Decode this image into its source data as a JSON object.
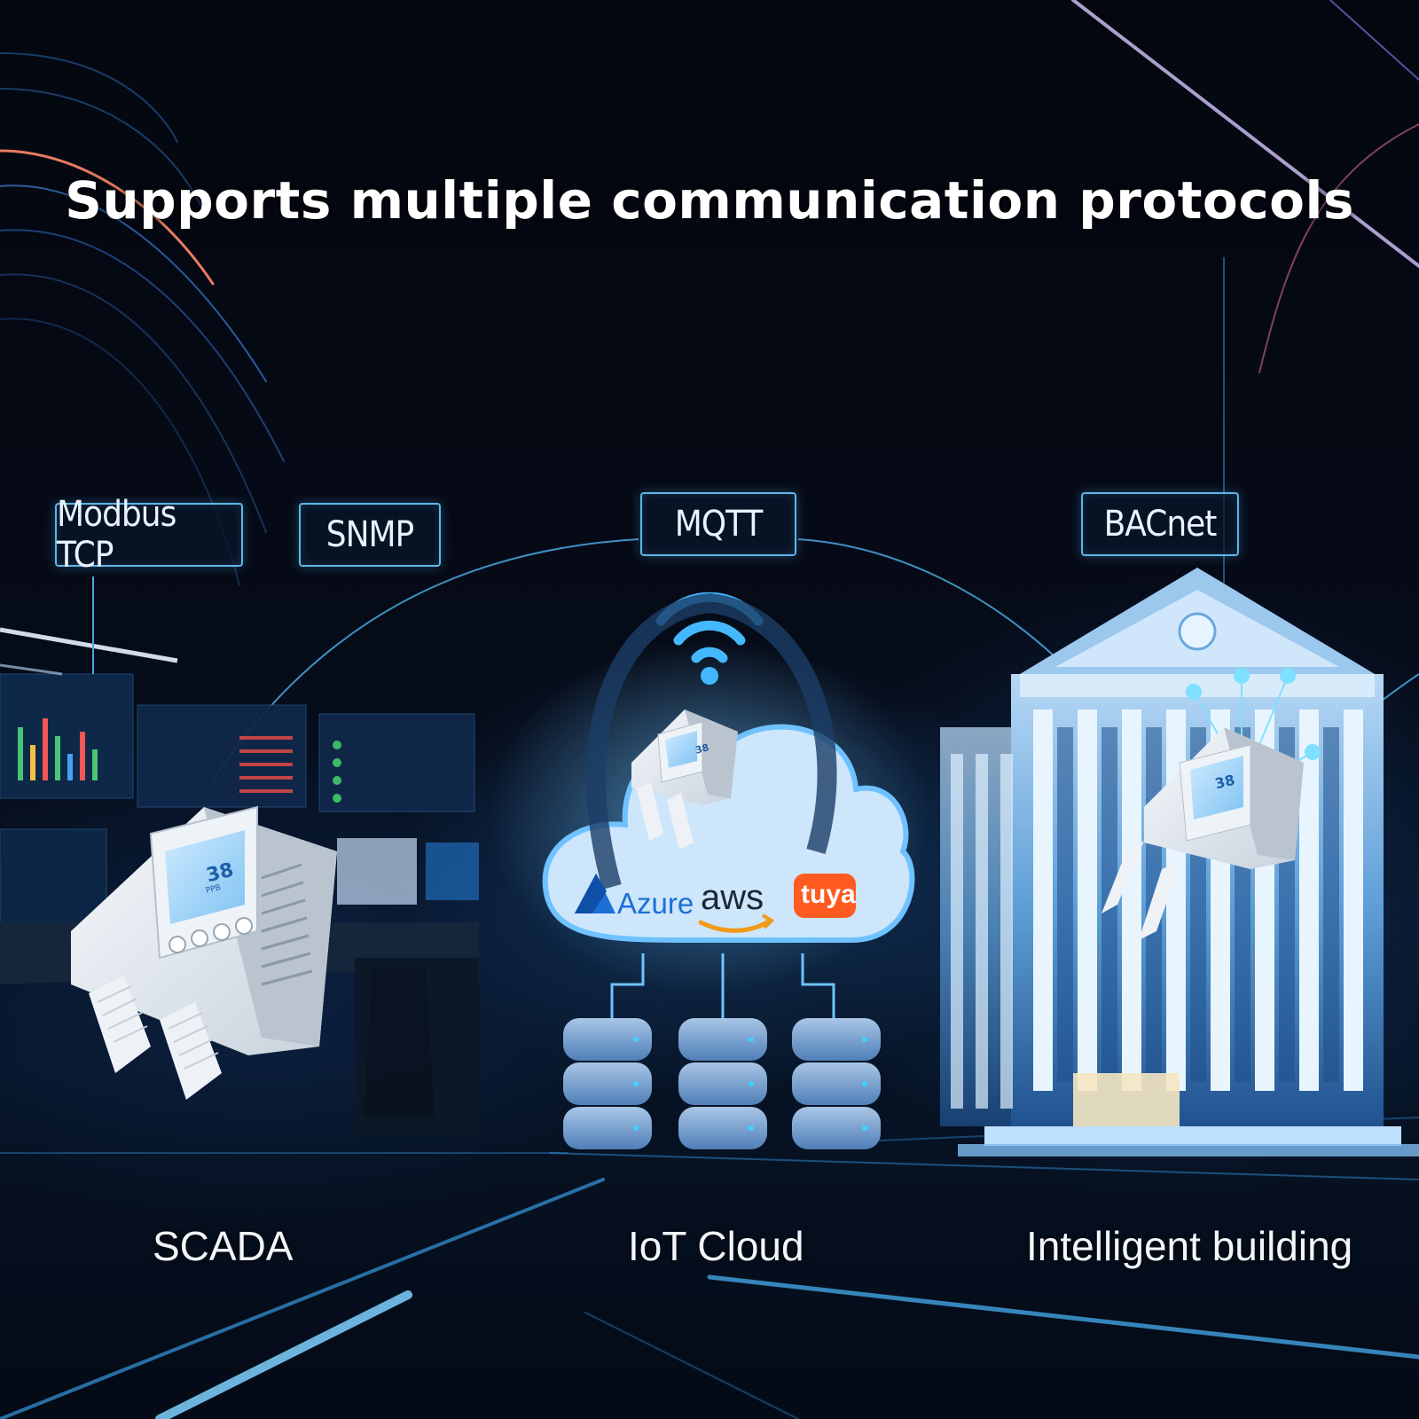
{
  "title": "Supports multiple communication protocols",
  "protocols": {
    "modbus": "Modbus TCP",
    "snmp": "SNMP",
    "mqtt": "MQTT",
    "bacnet": "BACnet"
  },
  "cloud": {
    "azure": "Azure",
    "aws": "aws",
    "tuya": "tuya"
  },
  "device": {
    "reading": "38",
    "unit": "PPB"
  },
  "labels": {
    "scada": "SCADA",
    "iot_cloud": "IoT Cloud",
    "building": "Intelligent building"
  },
  "colors": {
    "accent": "#5fb6e6",
    "tuya": "#ff5a1f",
    "aws_arrow": "#f29a1b",
    "azure": "#1d6fd6"
  },
  "icons": [
    "wifi-icon",
    "cloud-icon",
    "server-stack-icon",
    "azure-logo-icon",
    "aws-smile-icon",
    "tuya-logo-icon"
  ]
}
